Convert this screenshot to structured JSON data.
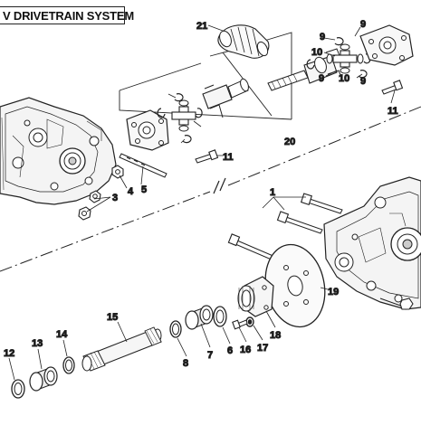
{
  "title": "V DRIVETRAIN SYSTEM",
  "callouts": [
    {
      "id": "21",
      "label": "21"
    },
    {
      "id": "9a",
      "label": "9"
    },
    {
      "id": "10a",
      "label": "10"
    },
    {
      "id": "9b",
      "label": "9"
    },
    {
      "id": "9c",
      "label": "9"
    },
    {
      "id": "10b",
      "label": "10"
    },
    {
      "id": "9d",
      "label": "9"
    },
    {
      "id": "11a",
      "label": "11"
    },
    {
      "id": "20",
      "label": "20"
    },
    {
      "id": "11b",
      "label": "11"
    },
    {
      "id": "3",
      "label": "3"
    },
    {
      "id": "4",
      "label": "4"
    },
    {
      "id": "5",
      "label": "5"
    },
    {
      "id": "1",
      "label": "1"
    },
    {
      "id": "15",
      "label": "15"
    },
    {
      "id": "12",
      "label": "12"
    },
    {
      "id": "13",
      "label": "13"
    },
    {
      "id": "14",
      "label": "14"
    },
    {
      "id": "8",
      "label": "8"
    },
    {
      "id": "7",
      "label": "7"
    },
    {
      "id": "6",
      "label": "6"
    },
    {
      "id": "16",
      "label": "16"
    },
    {
      "id": "17",
      "label": "17"
    },
    {
      "id": "18",
      "label": "18"
    },
    {
      "id": "19",
      "label": "19"
    }
  ]
}
